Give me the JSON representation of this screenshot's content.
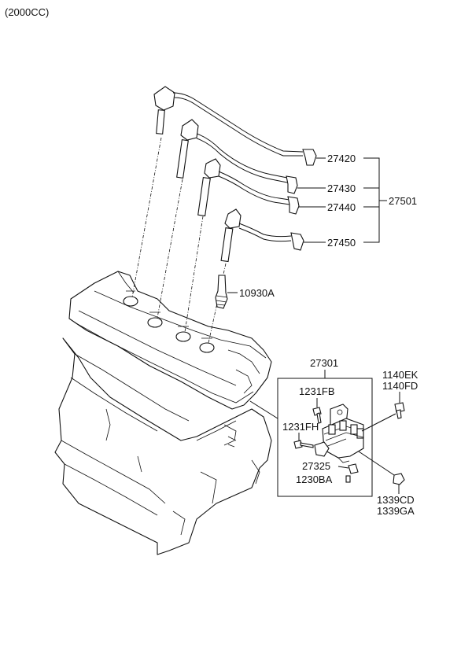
{
  "title": "(2000CC)",
  "parts": {
    "wire_27420": "27420",
    "wire_27430": "27430",
    "wire_27440": "27440",
    "wire_27450": "27450",
    "wire_set_27501": "27501",
    "spark_plug_10930A": "10930A",
    "ignition_coil_27301": "27301",
    "bolt_1140EK": "1140EK",
    "bolt_1140FD": "1140FD",
    "bolt_1231FB": "1231FB",
    "bolt_1231FH": "1231FH",
    "part_27325": "27325",
    "part_1230BA": "1230BA",
    "nut_1339CD": "1339CD",
    "nut_1339GA": "1339GA"
  }
}
